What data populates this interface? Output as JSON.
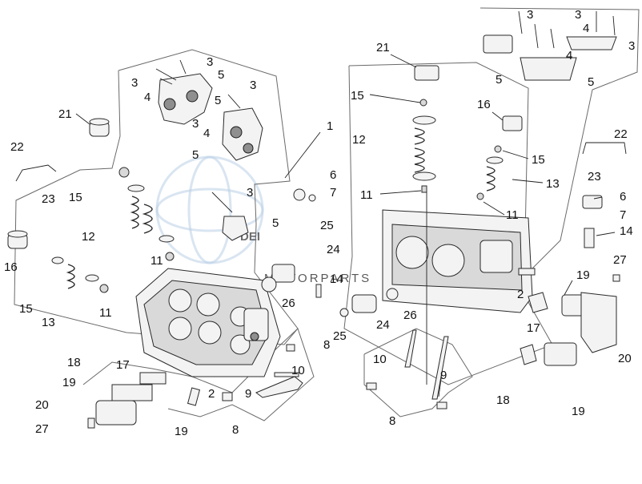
{
  "callouts": [
    {
      "id": "c3a",
      "label": "3"
    },
    {
      "id": "c3b",
      "label": "3"
    },
    {
      "id": "c3c",
      "label": "3"
    },
    {
      "id": "c4a",
      "label": "4"
    },
    {
      "id": "c5a",
      "label": "5"
    },
    {
      "id": "c3d",
      "label": "3"
    },
    {
      "id": "c4b",
      "label": "4"
    },
    {
      "id": "c5b",
      "label": "5"
    },
    {
      "id": "c5c",
      "label": "5"
    },
    {
      "id": "c21a",
      "label": "21"
    },
    {
      "id": "c22a",
      "label": "22"
    },
    {
      "id": "c23a",
      "label": "23"
    },
    {
      "id": "c15a",
      "label": "15"
    },
    {
      "id": "c12a",
      "label": "12"
    },
    {
      "id": "c11a",
      "label": "11"
    },
    {
      "id": "c16a",
      "label": "16"
    },
    {
      "id": "c15b",
      "label": "15"
    },
    {
      "id": "c13a",
      "label": "13"
    },
    {
      "id": "c11b",
      "label": "11"
    },
    {
      "id": "c1",
      "label": "1"
    },
    {
      "id": "c6a",
      "label": "6"
    },
    {
      "id": "c7a",
      "label": "7"
    },
    {
      "id": "c3e",
      "label": "3"
    },
    {
      "id": "c5d",
      "label": "5"
    },
    {
      "id": "c25a",
      "label": "25"
    },
    {
      "id": "c24a",
      "label": "24"
    },
    {
      "id": "c14a",
      "label": "14"
    },
    {
      "id": "c26a",
      "label": "26"
    },
    {
      "id": "c8a",
      "label": "8"
    },
    {
      "id": "c10a",
      "label": "10"
    },
    {
      "id": "c9a",
      "label": "9"
    },
    {
      "id": "c2a",
      "label": "2"
    },
    {
      "id": "c8b",
      "label": "8"
    },
    {
      "id": "c18a",
      "label": "18"
    },
    {
      "id": "c17a",
      "label": "17"
    },
    {
      "id": "c19a",
      "label": "19"
    },
    {
      "id": "c20a",
      "label": "20"
    },
    {
      "id": "c19b",
      "label": "19"
    },
    {
      "id": "c27a",
      "label": "27"
    },
    {
      "id": "c21b",
      "label": "21"
    },
    {
      "id": "c15c",
      "label": "15"
    },
    {
      "id": "c12b",
      "label": "12"
    },
    {
      "id": "c11c",
      "label": "11"
    },
    {
      "id": "c16b",
      "label": "16"
    },
    {
      "id": "c15d",
      "label": "15"
    },
    {
      "id": "c13b",
      "label": "13"
    },
    {
      "id": "c11d",
      "label": "11"
    },
    {
      "id": "c3f",
      "label": "3"
    },
    {
      "id": "c3g",
      "label": "3"
    },
    {
      "id": "c3h",
      "label": "3"
    },
    {
      "id": "c4c",
      "label": "4"
    },
    {
      "id": "c4d",
      "label": "4"
    },
    {
      "id": "c5e",
      "label": "5"
    },
    {
      "id": "c5f",
      "label": "5"
    },
    {
      "id": "c22b",
      "label": "22"
    },
    {
      "id": "c23b",
      "label": "23"
    },
    {
      "id": "c6b",
      "label": "6"
    },
    {
      "id": "c7b",
      "label": "7"
    },
    {
      "id": "c14b",
      "label": "14"
    },
    {
      "id": "c2b",
      "label": "2"
    },
    {
      "id": "c25b",
      "label": "25"
    },
    {
      "id": "c24b",
      "label": "24"
    },
    {
      "id": "c26b",
      "label": "26"
    },
    {
      "id": "c10b",
      "label": "10"
    },
    {
      "id": "c9b",
      "label": "9"
    },
    {
      "id": "c8c",
      "label": "8"
    },
    {
      "id": "c17b",
      "label": "17"
    },
    {
      "id": "c19c",
      "label": "19"
    },
    {
      "id": "c20b",
      "label": "20"
    },
    {
      "id": "c27b",
      "label": "27"
    },
    {
      "id": "c18b",
      "label": "18"
    },
    {
      "id": "c19d",
      "label": "19"
    }
  ]
}
